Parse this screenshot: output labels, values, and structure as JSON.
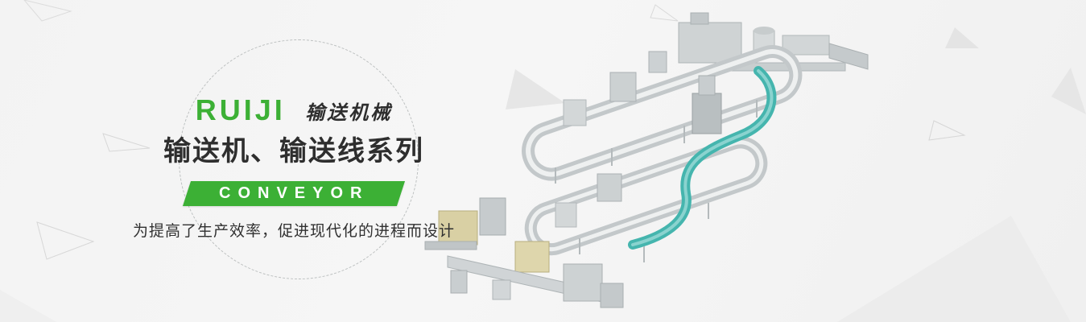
{
  "banner": {
    "brand": "RUIJI",
    "brand_sub": "输送机械",
    "title": "输送机、输送线系列",
    "ribbon": "CONVEYOR",
    "tagline": "为提高了生产效率，促进现代化的进程而设计",
    "colors": {
      "accent_green": "#3cb035",
      "text_dark": "#2e2e2e",
      "background": "#f3f3f3",
      "conveyor_teal": "#45b5ae",
      "machine_gray": "#c8cdcf"
    },
    "illustration": "isometric 3D render of a conveyor / production line system with teal curved belt, looped conveyor tracks, machines and palletizing station"
  }
}
